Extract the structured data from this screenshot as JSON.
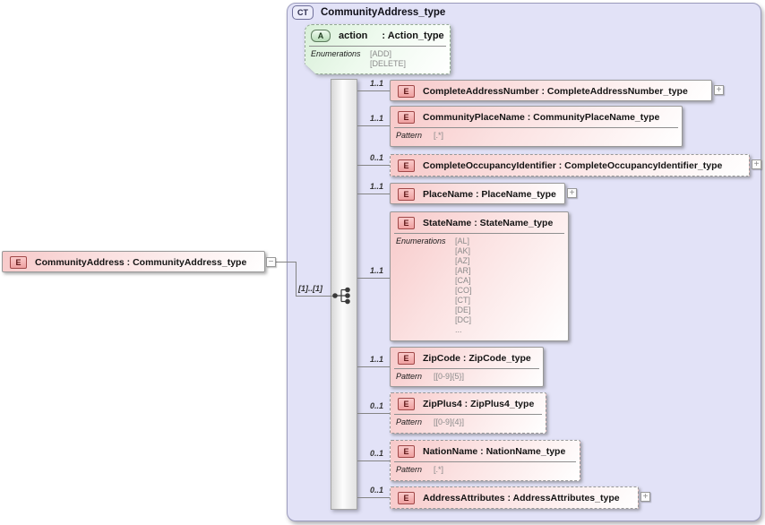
{
  "complex_type": {
    "badge": "CT",
    "title": "CommunityAddress_type"
  },
  "root_element": {
    "badge": "E",
    "label": "CommunityAddress : CommunityAddress_type"
  },
  "attribute": {
    "badge": "A",
    "name": "action",
    "type": ": Action_type",
    "facet_label": "Enumerations",
    "facet_values": [
      "[ADD]",
      "[DELETE]"
    ]
  },
  "sequence": {
    "occurrence": "[1]..[1]"
  },
  "element_badge": "E",
  "icons": {
    "expand": "+",
    "collapse": "−",
    "sequence": "sequence-compositor"
  },
  "children": [
    {
      "cardinality": "1..1",
      "label": "CompleteAddressNumber : CompleteAddressNumber_type",
      "optional": false,
      "expandable": true
    },
    {
      "cardinality": "1..1",
      "label": "CommunityPlaceName : CommunityPlaceName_type",
      "optional": false,
      "facet": {
        "label": "Pattern",
        "values": [
          "[.*]"
        ]
      }
    },
    {
      "cardinality": "0..1",
      "label": "CompleteOccupancyIdentifier : CompleteOccupancyIdentifier_type",
      "optional": true,
      "expandable": true
    },
    {
      "cardinality": "1..1",
      "label": "PlaceName : PlaceName_type",
      "optional": false,
      "expandable": true
    },
    {
      "cardinality": "1..1",
      "label": "StateName : StateName_type",
      "optional": false,
      "facet": {
        "label": "Enumerations",
        "values": [
          "[AL]",
          "[AK]",
          "[AZ]",
          "[AR]",
          "[CA]",
          "[CO]",
          "[CT]",
          "[DE]",
          "[DC]",
          "..."
        ]
      }
    },
    {
      "cardinality": "1..1",
      "label": "ZipCode : ZipCode_type",
      "optional": false,
      "facet": {
        "label": "Pattern",
        "values": [
          "[[0-9]{5}]"
        ]
      }
    },
    {
      "cardinality": "0..1",
      "label": "ZipPlus4 : ZipPlus4_type",
      "optional": true,
      "facet": {
        "label": "Pattern",
        "values": [
          "[[0-9]{4}]"
        ]
      }
    },
    {
      "cardinality": "0..1",
      "label": "NationName : NationName_type",
      "optional": true,
      "facet": {
        "label": "Pattern",
        "values": [
          "[.*]"
        ]
      }
    },
    {
      "cardinality": "0..1",
      "label": "AddressAttributes : AddressAttributes_type",
      "optional": true,
      "expandable": true
    }
  ],
  "colors": {
    "container_fill": "#e2e2f7",
    "element_fill": "#f7c9c9",
    "attribute_fill": "#d9f0d9",
    "border_gray": "#989898",
    "connector": "#848484"
  }
}
